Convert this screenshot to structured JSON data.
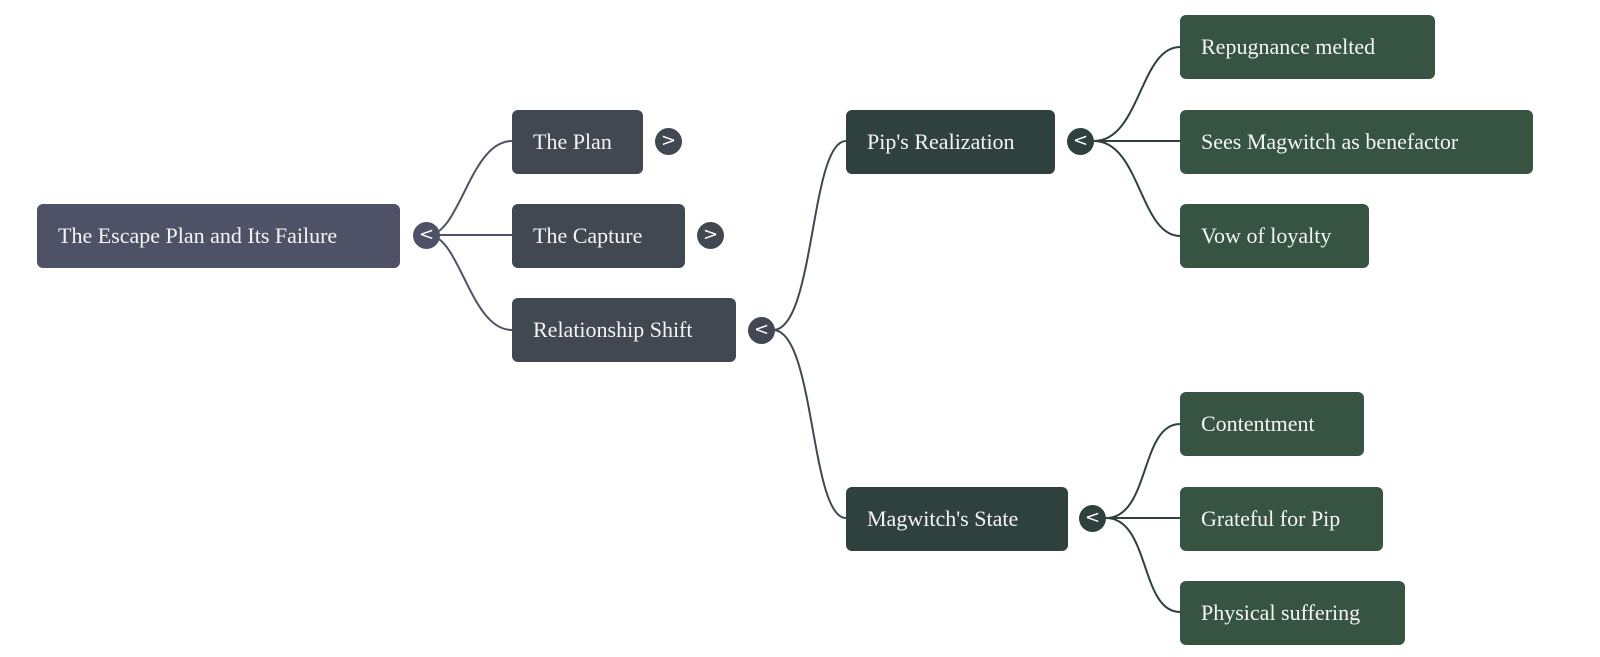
{
  "mindmap": {
    "root": {
      "label": "The Escape Plan and Its Failure",
      "toggle": "<"
    },
    "level1": [
      {
        "label": "The Plan",
        "toggle": ">"
      },
      {
        "label": "The Capture",
        "toggle": ">"
      },
      {
        "label": "Relationship Shift",
        "toggle": "<"
      }
    ],
    "level2": [
      {
        "label": "Pip's Realization",
        "toggle": "<"
      },
      {
        "label": "Magwitch's State",
        "toggle": "<"
      }
    ],
    "level3_realization": [
      {
        "label": "Repugnance melted"
      },
      {
        "label": "Sees Magwitch as benefactor"
      },
      {
        "label": "Vow of loyalty"
      }
    ],
    "level3_state": [
      {
        "label": "Contentment"
      },
      {
        "label": "Grateful for Pip"
      },
      {
        "label": "Physical suffering"
      }
    ]
  },
  "colors": {
    "root": "#4f5167",
    "level1": "#414852",
    "level2": "#2f413d",
    "level3": "#365441"
  }
}
